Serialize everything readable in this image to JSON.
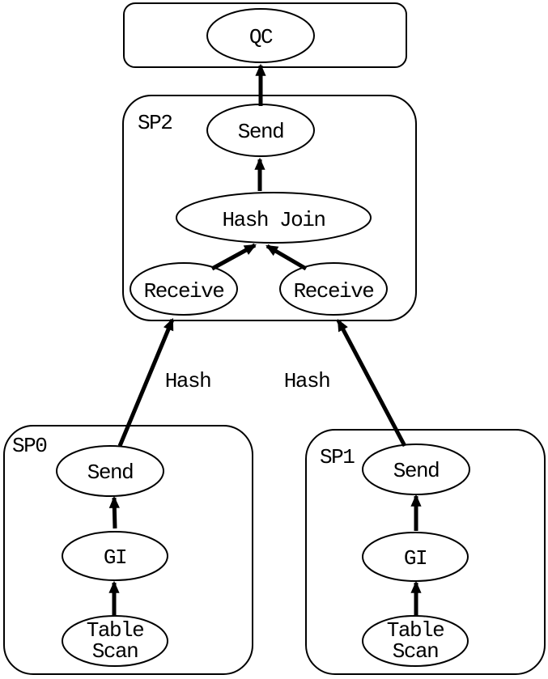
{
  "colors": {
    "background": "#ffffff",
    "stroke": "#000000",
    "text": "#000000"
  },
  "diagram": {
    "qc_group": {
      "node_qc": "QC"
    },
    "sp2_group": {
      "label": "SP2",
      "node_send": "Send",
      "node_hash_join": "Hash Join",
      "node_receive_left": "Receive",
      "node_receive_right": "Receive"
    },
    "sp0_group": {
      "label": "SP0",
      "node_send": "Send",
      "node_gi": "GI",
      "node_table_scan": {
        "line1": "Table",
        "line2": "Scan"
      }
    },
    "sp1_group": {
      "label": "SP1",
      "node_send": "Send",
      "node_gi": "GI",
      "node_table_scan": {
        "line1": "Table",
        "line2": "Scan"
      }
    },
    "edges": [
      {
        "from": "SP2.Send",
        "to": "QC",
        "label": ""
      },
      {
        "from": "SP2.Hash Join",
        "to": "SP2.Send",
        "label": ""
      },
      {
        "from": "SP2.Receive(left)",
        "to": "SP2.Hash Join",
        "label": ""
      },
      {
        "from": "SP2.Receive(right)",
        "to": "SP2.Hash Join",
        "label": ""
      },
      {
        "from": "SP0.Send",
        "to": "SP2.Receive(left)",
        "label": "Hash"
      },
      {
        "from": "SP1.Send",
        "to": "SP2.Receive(right)",
        "label": "Hash"
      },
      {
        "from": "SP0.GI",
        "to": "SP0.Send",
        "label": ""
      },
      {
        "from": "SP0.Table Scan",
        "to": "SP0.GI",
        "label": ""
      },
      {
        "from": "SP1.GI",
        "to": "SP1.Send",
        "label": ""
      },
      {
        "from": "SP1.Table Scan",
        "to": "SP1.GI",
        "label": ""
      }
    ]
  }
}
